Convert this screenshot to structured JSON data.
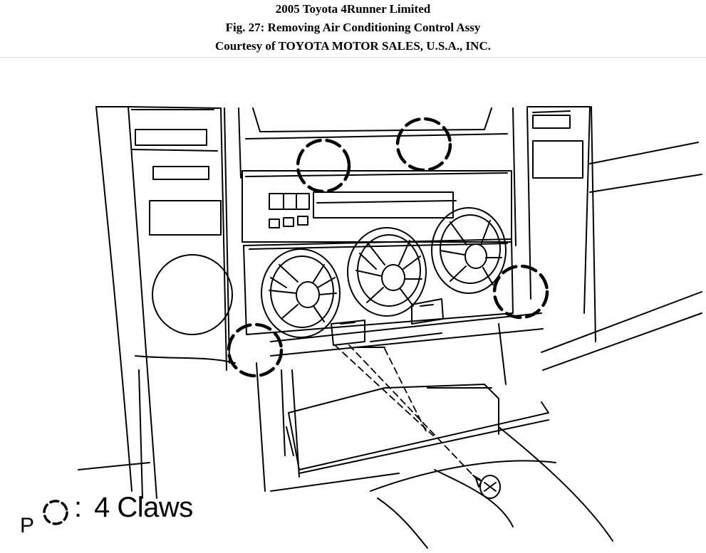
{
  "header": {
    "line1": "2005 Toyota 4Runner Limited",
    "line2": "Fig. 27: Removing Air Conditioning Control Assy",
    "line3": "Courtesy of TOYOTA MOTOR SALES, U.S.A., INC."
  },
  "legend": {
    "prefix": "P",
    "colon": ":",
    "label": "4 Claws"
  }
}
